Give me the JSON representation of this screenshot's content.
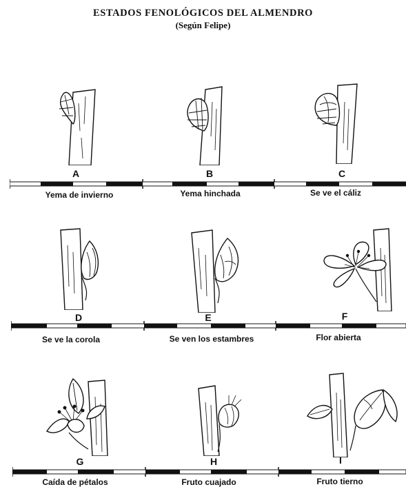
{
  "header": {
    "title": "ESTADOS FENOLÓGICOS DEL ALMENDRO",
    "subtitle": "(Según Felipe)"
  },
  "stages": [
    {
      "letter": "A",
      "caption": "Yema de invierno"
    },
    {
      "letter": "B",
      "caption": "Yema hinchada"
    },
    {
      "letter": "C",
      "caption": "Se ve el cáliz"
    },
    {
      "letter": "D",
      "caption": "Se ve la corola"
    },
    {
      "letter": "E",
      "caption": "Se ven los estambres"
    },
    {
      "letter": "F",
      "caption": "Flor abierta"
    },
    {
      "letter": "G",
      "caption": "Caída de pétalos"
    },
    {
      "letter": "H",
      "caption": "Fruto cuajado"
    },
    {
      "letter": "I",
      "caption": "Fruto tierno"
    }
  ]
}
